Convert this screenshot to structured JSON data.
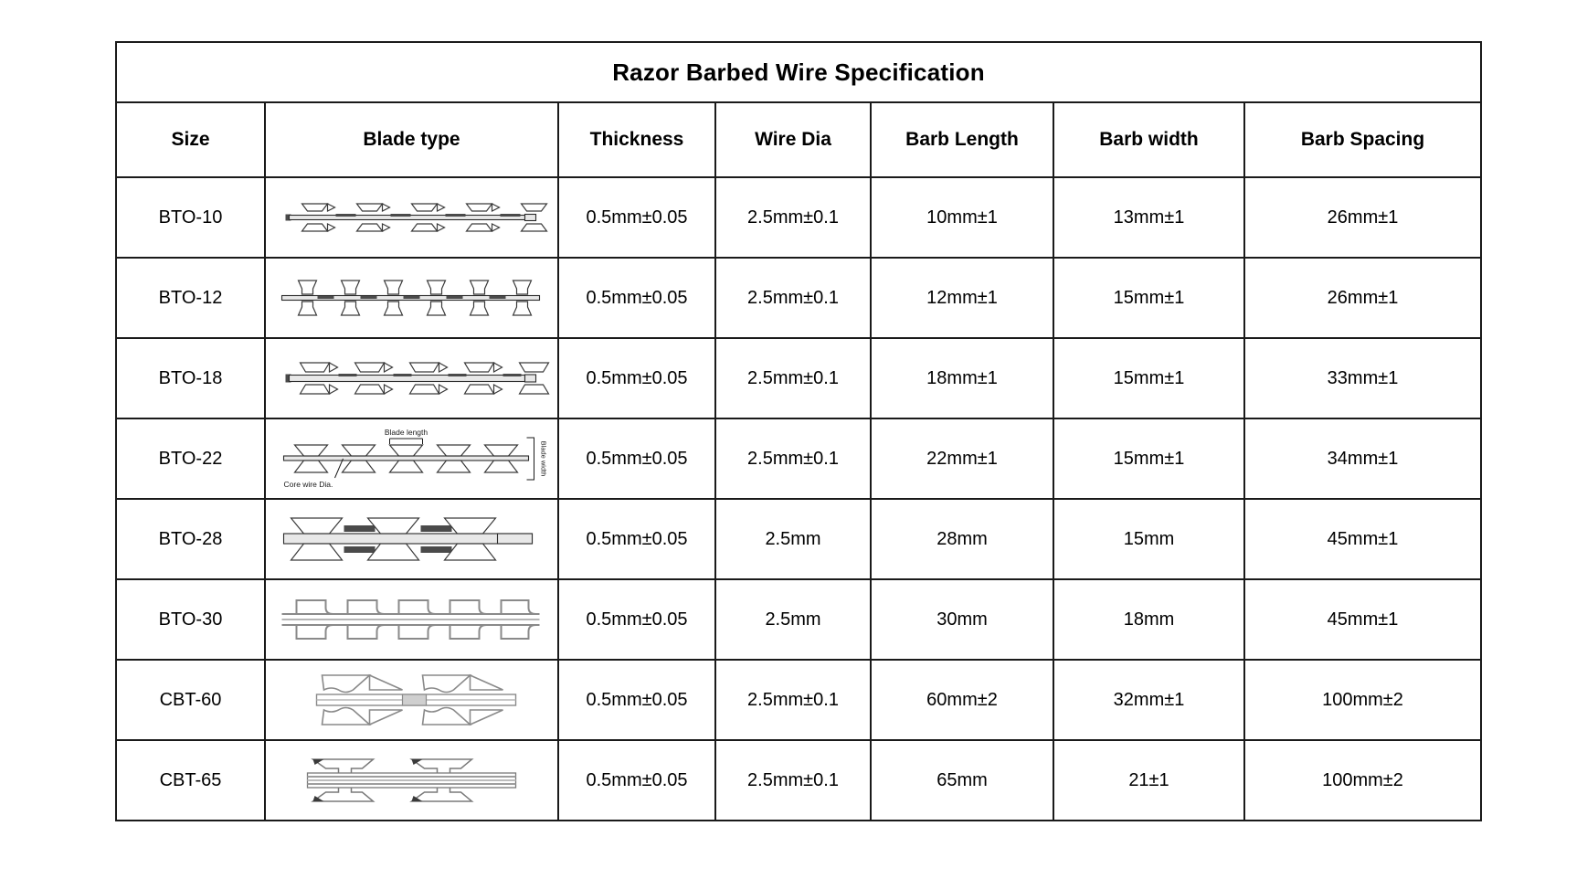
{
  "table": {
    "title": "Razor Barbed Wire Specification",
    "columns": [
      {
        "key": "size",
        "label": "Size"
      },
      {
        "key": "blade",
        "label": "Blade type"
      },
      {
        "key": "thick",
        "label": "Thickness"
      },
      {
        "key": "wire",
        "label": "Wire Dia"
      },
      {
        "key": "blen",
        "label": "Barb Length"
      },
      {
        "key": "bwidth",
        "label": "Barb width"
      },
      {
        "key": "bspace",
        "label": "Barb Spacing"
      }
    ],
    "rows": [
      {
        "size": "BTO-10",
        "blade_diagram": "bto-10-blade-diagram",
        "thickness": "0.5mm±0.05",
        "wire_dia": "2.5mm±0.1",
        "barb_length": "10mm±1",
        "barb_width": "13mm±1",
        "barb_spacing": "26mm±1"
      },
      {
        "size": "BTO-12",
        "blade_diagram": "bto-12-blade-diagram",
        "thickness": "0.5mm±0.05",
        "wire_dia": "2.5mm±0.1",
        "barb_length": "12mm±1",
        "barb_width": "15mm±1",
        "barb_spacing": "26mm±1"
      },
      {
        "size": "BTO-18",
        "blade_diagram": "bto-18-blade-diagram",
        "thickness": "0.5mm±0.05",
        "wire_dia": "2.5mm±0.1",
        "barb_length": "18mm±1",
        "barb_width": "15mm±1",
        "barb_spacing": "33mm±1"
      },
      {
        "size": "BTO-22",
        "blade_diagram": "bto-22-blade-diagram",
        "thickness": "0.5mm±0.05",
        "wire_dia": "2.5mm±0.1",
        "barb_length": "22mm±1",
        "barb_width": "15mm±1",
        "barb_spacing": "34mm±1"
      },
      {
        "size": "BTO-28",
        "blade_diagram": "bto-28-blade-diagram",
        "thickness": "0.5mm±0.05",
        "wire_dia": "2.5mm",
        "barb_length": "28mm",
        "barb_width": "15mm",
        "barb_spacing": "45mm±1"
      },
      {
        "size": "BTO-30",
        "blade_diagram": "bto-30-blade-diagram",
        "thickness": "0.5mm±0.05",
        "wire_dia": "2.5mm",
        "barb_length": "30mm",
        "barb_width": "18mm",
        "barb_spacing": "45mm±1"
      },
      {
        "size": "CBT-60",
        "blade_diagram": "cbt-60-blade-diagram",
        "thickness": "0.5mm±0.05",
        "wire_dia": "2.5mm±0.1",
        "barb_length": "60mm±2",
        "barb_width": "32mm±1",
        "barb_spacing": "100mm±2"
      },
      {
        "size": "CBT-65",
        "blade_diagram": "cbt-65-blade-diagram",
        "thickness": "0.5mm±0.05",
        "wire_dia": "2.5mm±0.1",
        "barb_length": "65mm",
        "barb_width": "21±1",
        "barb_spacing": "100mm±2"
      }
    ]
  },
  "diagram_labels": {
    "blade_length": "Blade length",
    "core_wire_dia": "Core wire Dia.",
    "blade_width": "Blade width"
  },
  "colors": {
    "border": "#1a1a1a",
    "text": "#000000",
    "background": "#ffffff",
    "diagram_stroke": "#3a3a3a",
    "diagram_fill": "#e8e8e8"
  }
}
